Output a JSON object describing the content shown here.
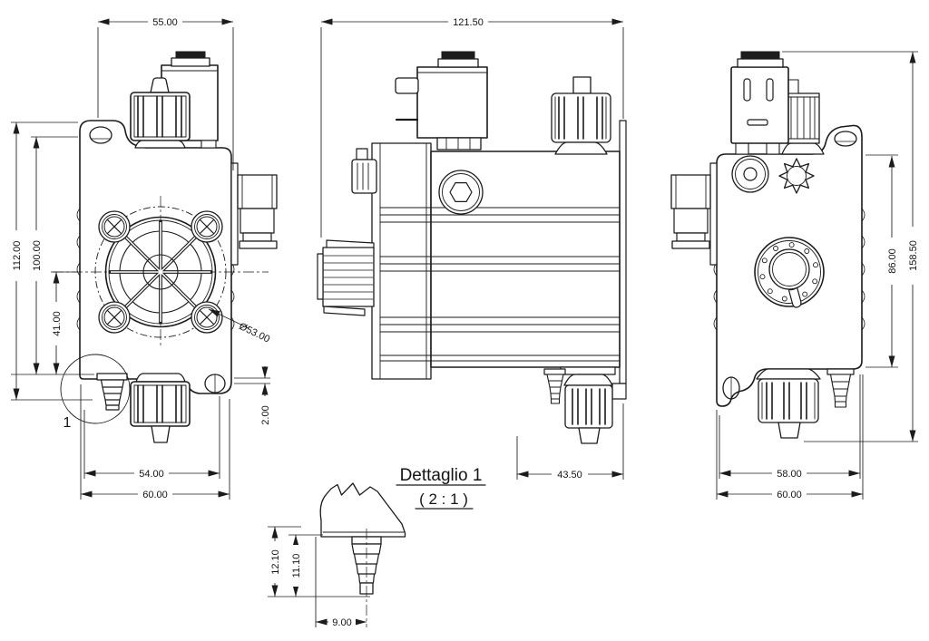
{
  "views": {
    "front": {
      "dims": {
        "width_top": "55.00",
        "height_total": "112.00",
        "height_body": "100.00",
        "height_port": "41.00",
        "bolt_circle_diameter": "Ø53.00",
        "flange_offset": "2.00",
        "width_mount": "54.00",
        "width_total": "60.00"
      },
      "detail_marker": "1"
    },
    "side": {
      "dims": {
        "length_total": "121.50",
        "length_rear": "43.50"
      }
    },
    "back": {
      "dims": {
        "height_body": "86.00",
        "height_total": "158.50",
        "width_mount": "58.00",
        "width_total": "60.00"
      }
    },
    "detail": {
      "title": "Dettaglio 1",
      "scale_note": "( 2 : 1 )",
      "dims": {
        "barb_length": "12.10",
        "barb_inner": "11.10",
        "barb_width": "9.00"
      }
    }
  }
}
